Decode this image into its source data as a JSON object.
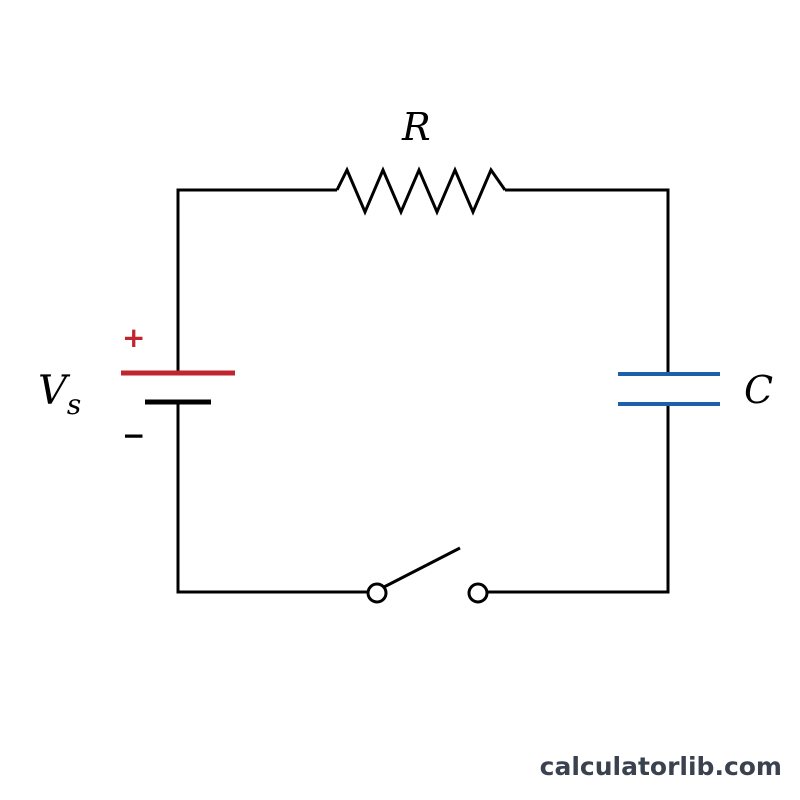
{
  "labels": {
    "resistor": "R",
    "capacitor": "C",
    "source_main": "V",
    "source_sub": "s",
    "plus": "+",
    "minus": "−"
  },
  "watermark": "calculatorlib.com",
  "colors": {
    "wire": "#000000",
    "battery_positive": "#c0262d",
    "battery_negative": "#000000",
    "capacitor": "#1d5fa8",
    "watermark": "#3a4250"
  },
  "components": {
    "source": "battery",
    "resistor": "zigzag-resistor",
    "capacitor": "capacitor",
    "switch": "open-switch"
  }
}
